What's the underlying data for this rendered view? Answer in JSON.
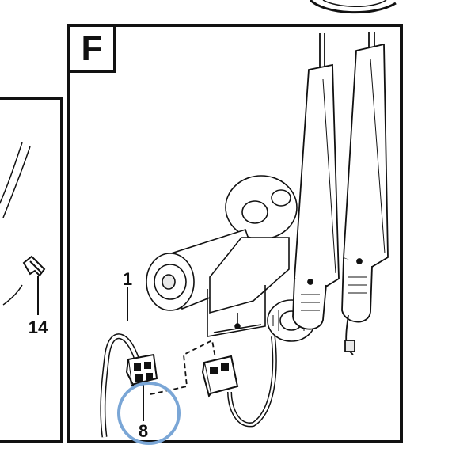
{
  "panel": {
    "letter": "F"
  },
  "callouts": {
    "c1": "1",
    "c8": "8",
    "c14": "14"
  },
  "colors": {
    "line": "#111111",
    "fill": "#ffffff",
    "shade": "#e8e8e8",
    "highlight_circle": "#7aa6d6"
  }
}
